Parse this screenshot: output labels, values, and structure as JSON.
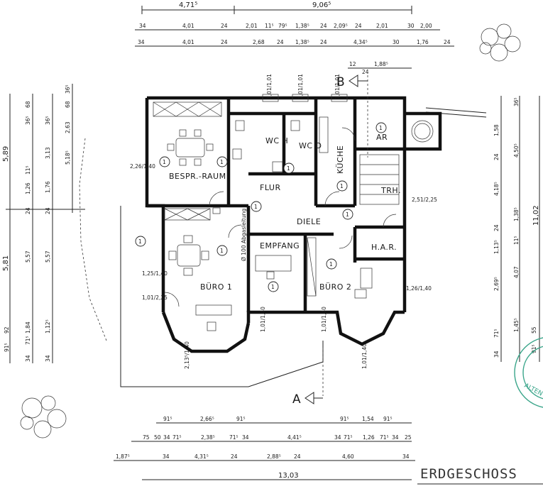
{
  "title": "ERDGESCHOSS",
  "stamp_text": "ALTEN",
  "rooms": [
    {
      "id": "bespr",
      "label": "BESPR.-RAUM"
    },
    {
      "id": "wch",
      "label": "WC H"
    },
    {
      "id": "wcd",
      "label": "WC D"
    },
    {
      "id": "kueche",
      "label": "KÜCHE"
    },
    {
      "id": "ar",
      "label": "AR"
    },
    {
      "id": "flur",
      "label": "FLUR"
    },
    {
      "id": "trh",
      "label": "TRH."
    },
    {
      "id": "diele",
      "label": "DIELE"
    },
    {
      "id": "empfang",
      "label": "EMPFANG"
    },
    {
      "id": "har",
      "label": "H.A.R."
    },
    {
      "id": "buero1",
      "label": "BÜRO 1"
    },
    {
      "id": "buero2",
      "label": "BÜRO 2"
    }
  ],
  "section_marks": {
    "a": "A",
    "b": "B"
  },
  "top_dims": {
    "overall_left": "4,71⁵",
    "overall_right": "9,06⁵",
    "row1": [
      "34",
      "4,01",
      "24",
      "2,01",
      "11⁵",
      "79⁵",
      "1,38⁵",
      "24",
      "2,09⁵",
      "24",
      "2,01",
      "30",
      "2,00"
    ],
    "row2": [
      "34",
      "4,01",
      "24",
      "2,68",
      "24",
      "1,38⁵",
      "24",
      "4,34⁵",
      "30",
      "1,76",
      "24"
    ],
    "row3": [
      "12",
      "1,88⁵",
      "24"
    ]
  },
  "bottom_dims": {
    "row1": [
      "91⁵",
      "2,66⁵",
      "91⁵",
      "91⁵",
      "1,54",
      "91⁵"
    ],
    "row2": [
      "75",
      "50",
      "34",
      "71⁵",
      "2,38⁵",
      "71⁵",
      "34",
      "4,41⁵",
      "34",
      "71⁵",
      "1,26",
      "71⁵",
      "34",
      "25"
    ],
    "row3": [
      "1,87⁵",
      "34",
      "4,31⁵",
      "24",
      "2,88⁵",
      "24",
      "4,60",
      "34"
    ],
    "overall": "13,03"
  },
  "left_dims": {
    "overall_top": "5,89",
    "overall_bottom": "5,81",
    "col1": [
      "36⁵",
      "68",
      "11⁵",
      "1,26",
      "24",
      "5,57",
      "1,84",
      "71⁵",
      "34",
      "91⁵",
      "92"
    ],
    "col2": [
      "36⁵",
      "3,13",
      "1,76",
      "24",
      "5,57",
      "1,12⁵",
      "34"
    ],
    "col3": [
      "68",
      "2,63",
      "5,18⁵",
      "36⁵"
    ]
  },
  "right_dims": {
    "overall": "11,02",
    "col1": [
      "1,58",
      "24",
      "4,18⁵",
      "24",
      "1,13⁵",
      "2,69⁵",
      "71⁵",
      "34"
    ],
    "col2": [
      "36⁵",
      "4,50⁵",
      "1,38⁵",
      "11⁵",
      "4,07",
      "1,45⁵",
      "91⁵",
      "55"
    ]
  },
  "window_marks": [
    "1,01/1,01",
    "1,01/1,01",
    "1,01/1,01"
  ],
  "window_sizes": {
    "w1": "2,26/1,40",
    "w2": "1,25/1,40",
    "w3": "1,01/2,25",
    "w4": "2,51/2,25",
    "w5": "1,26/1,40",
    "w6": "1,01/1,40",
    "w7": "1,01/1,40",
    "w8": "2,13⁵/1,40",
    "w9": "1,01/1,40"
  },
  "door_note": "Ø 100 Abgasleitung",
  "room_number": "1"
}
